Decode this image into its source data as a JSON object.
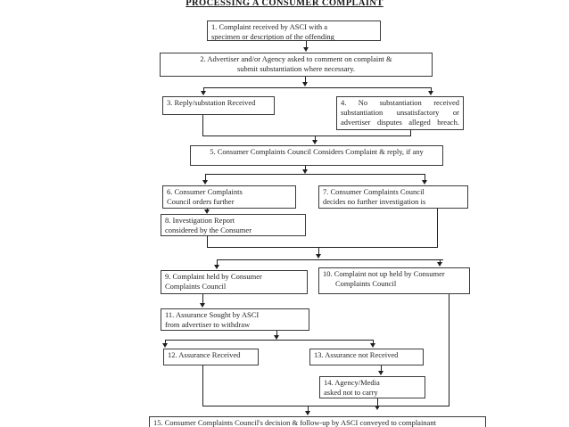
{
  "page": {
    "title": "PROCESSING A CONSUMER COMPLAINT"
  },
  "flowchart": {
    "nodes": {
      "n1": {
        "lines": [
          "1. Complaint received by ASCI with a",
          "specimen or description of the offending"
        ]
      },
      "n2": {
        "lines": [
          "2. Advertiser and/or Agency asked to comment on complaint &",
          "submit substantiation where necessary."
        ]
      },
      "n3": {
        "lines": [
          "3. Reply/substation Received"
        ]
      },
      "n4": {
        "lines": [
          "4. No substantiation received",
          "substantiation unsatisfactory or",
          "advertiser disputes alleged breach."
        ]
      },
      "n5": {
        "lines": [
          "5. Consumer Complaints Council Considers Complaint & reply, if any"
        ]
      },
      "n6": {
        "lines": [
          "6. Consumer Complaints",
          "Council orders further"
        ]
      },
      "n7": {
        "lines": [
          "7. Consumer Complaints Council",
          "decides no further investigation is"
        ]
      },
      "n8": {
        "lines": [
          "8. Investigation Report",
          "considered by the Consumer"
        ]
      },
      "n9": {
        "lines": [
          "9. Complaint held by Consumer",
          "Complaints Council"
        ]
      },
      "n10": {
        "lines": [
          "10. Complaint not up held by Consumer",
          "Complaints Council"
        ]
      },
      "n11": {
        "lines": [
          "11. Assurance Sought by ASCI",
          "from advertiser to withdraw"
        ]
      },
      "n12": {
        "lines": [
          "12. Assurance Received"
        ]
      },
      "n13": {
        "lines": [
          "13. Assurance not Received"
        ]
      },
      "n14": {
        "lines": [
          "14. Agency/Media",
          "asked not to carry"
        ]
      },
      "n15": {
        "lines": [
          "15. Consumer Complaints Council's decision & follow-up by ASCI conveyed to complainant"
        ]
      }
    },
    "colors": {
      "line": "#1f1f1f",
      "box_border": "#3a3a3a",
      "text": "#242424",
      "background": "#ffffff"
    }
  }
}
